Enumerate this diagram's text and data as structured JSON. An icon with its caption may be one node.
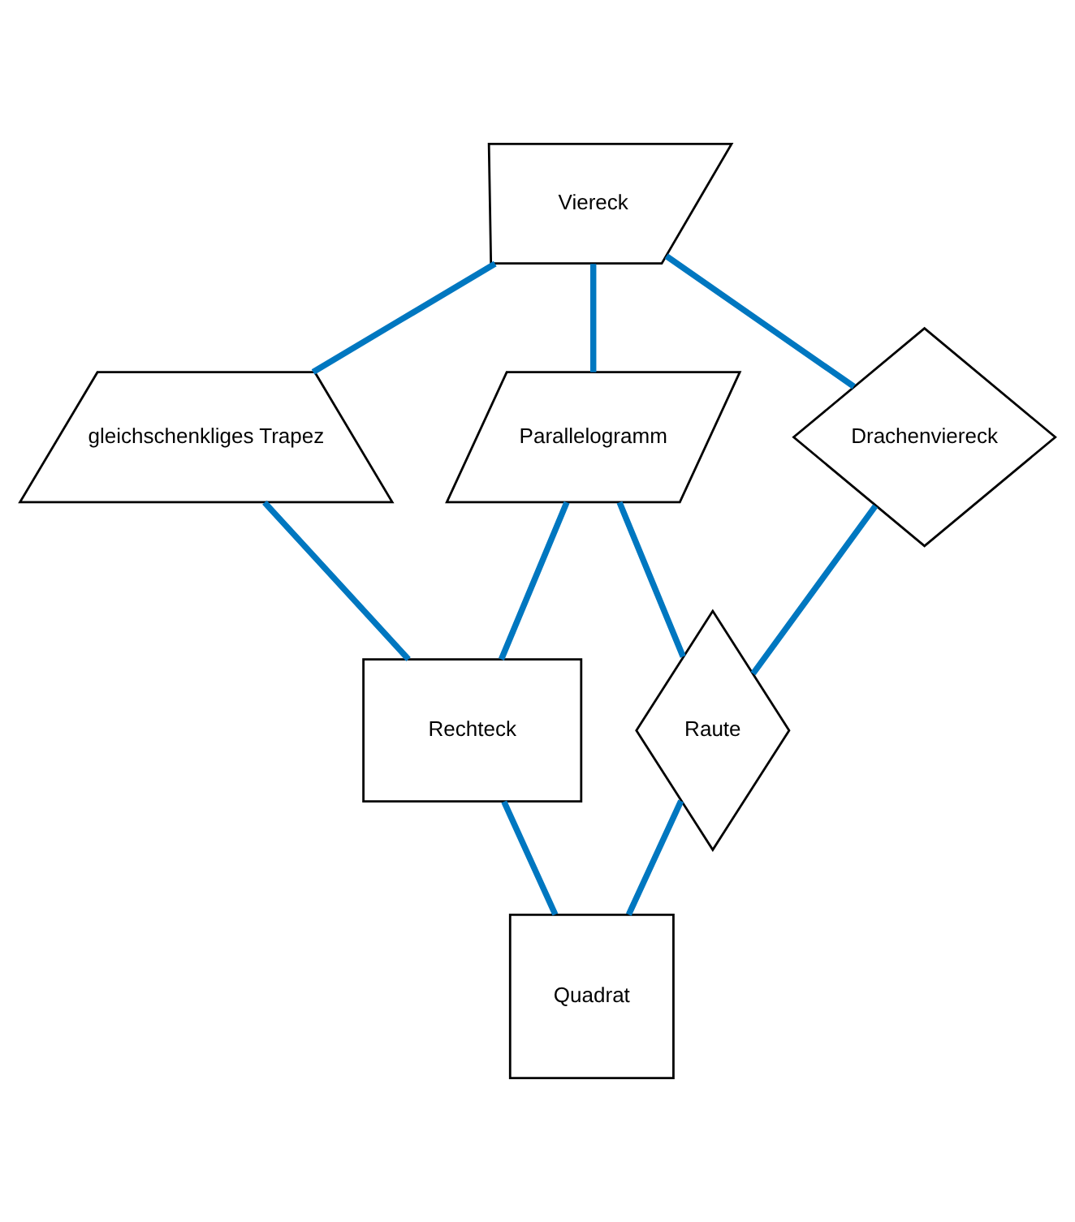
{
  "diagram": {
    "nodes": [
      {
        "text": [
          "Viereck"
        ]
      },
      {
        "text": [
          "gleichschenkliges Trapez"
        ]
      },
      {
        "text": [
          "Parallelogramm"
        ]
      },
      {
        "text": [
          "Drachenviereck"
        ]
      },
      {
        "text": [
          "Rechteck"
        ]
      },
      {
        "text": [
          "Raute"
        ]
      },
      {
        "text": [
          "Quadrat"
        ]
      }
    ],
    "edges": [
      {
        "from": 0,
        "to": 1,
        "arrow": "none"
      },
      {
        "from": 0,
        "to": 2,
        "arrow": "none"
      },
      {
        "from": 0,
        "to": 3,
        "arrow": "none"
      },
      {
        "from": 1,
        "to": 4,
        "arrow": "none"
      },
      {
        "from": 2,
        "to": 4,
        "arrow": "none"
      },
      {
        "from": 2,
        "to": 5,
        "arrow": "none"
      },
      {
        "from": 3,
        "to": 5,
        "arrow": "none"
      },
      {
        "from": 4,
        "to": 6,
        "arrow": "none"
      },
      {
        "from": 5,
        "to": 6,
        "arrow": "none"
      }
    ]
  }
}
